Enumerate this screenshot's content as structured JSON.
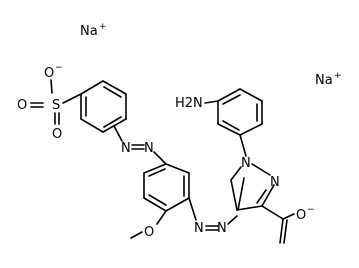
{
  "diagram": {
    "type": "chemical-structure",
    "counterions": [
      {
        "symbol": "Na",
        "charge": "+"
      },
      {
        "symbol": "Na",
        "charge": "+"
      }
    ],
    "atom_labels": {
      "amine": "H2N",
      "pyrazole_n1": "N",
      "pyrazole_n2": "N",
      "carboxylate_o": "O",
      "carboxylate_charge": "−",
      "sulfonate_s": "S",
      "sulfonate_o_minus": "O",
      "sulfonate_o_minus_charge": "−",
      "sulfonate_o_double_1": "O",
      "sulfonate_o_double_2": "O",
      "methoxy_o": "O",
      "azo1_n1": "N",
      "azo1_n2": "N",
      "azo2_n1": "N",
      "azo2_n2": "N"
    },
    "colors": {
      "bond": "#000000",
      "label": "#000000",
      "background": "#ffffff"
    }
  }
}
